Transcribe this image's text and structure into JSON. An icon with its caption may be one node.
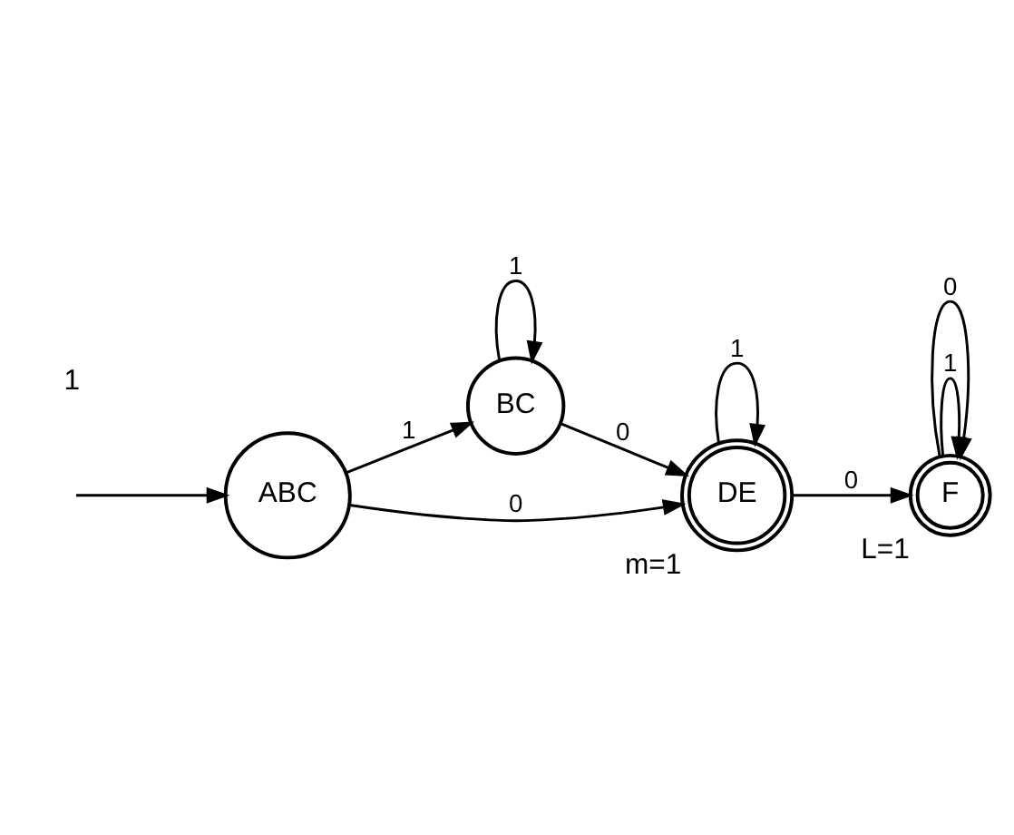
{
  "diagram": {
    "nodes": [
      {
        "text": [
          "ABC"
        ]
      },
      {
        "text": [
          "BC"
        ]
      },
      {
        "text": [
          "DE"
        ],
        "beside": [
          "m=1"
        ]
      },
      {
        "text": [
          "F"
        ],
        "beside": [
          "L=1"
        ]
      }
    ],
    "edges": [
      {
        "from": null,
        "to": 0,
        "arrow": "to"
      },
      {
        "from": 0,
        "to": 1,
        "arrow": "to",
        "label": "1"
      },
      {
        "from": 1,
        "to": 1,
        "arrow": "to",
        "label": "1"
      },
      {
        "from": 1,
        "to": 2,
        "arrow": "to",
        "label": "0"
      },
      {
        "from": 0,
        "to": 2,
        "arrow": "to",
        "label": "0"
      },
      {
        "from": 2,
        "to": 2,
        "arrow": "to",
        "label": "1"
      },
      {
        "from": 2,
        "to": 3,
        "arrow": "to",
        "label": "0"
      },
      {
        "from": 3,
        "to": 3,
        "arrow": "to",
        "label": "1"
      },
      {
        "from": 3,
        "to": 3,
        "arrow": "to",
        "label": "0"
      }
    ],
    "labels": [
      "1"
    ]
  }
}
